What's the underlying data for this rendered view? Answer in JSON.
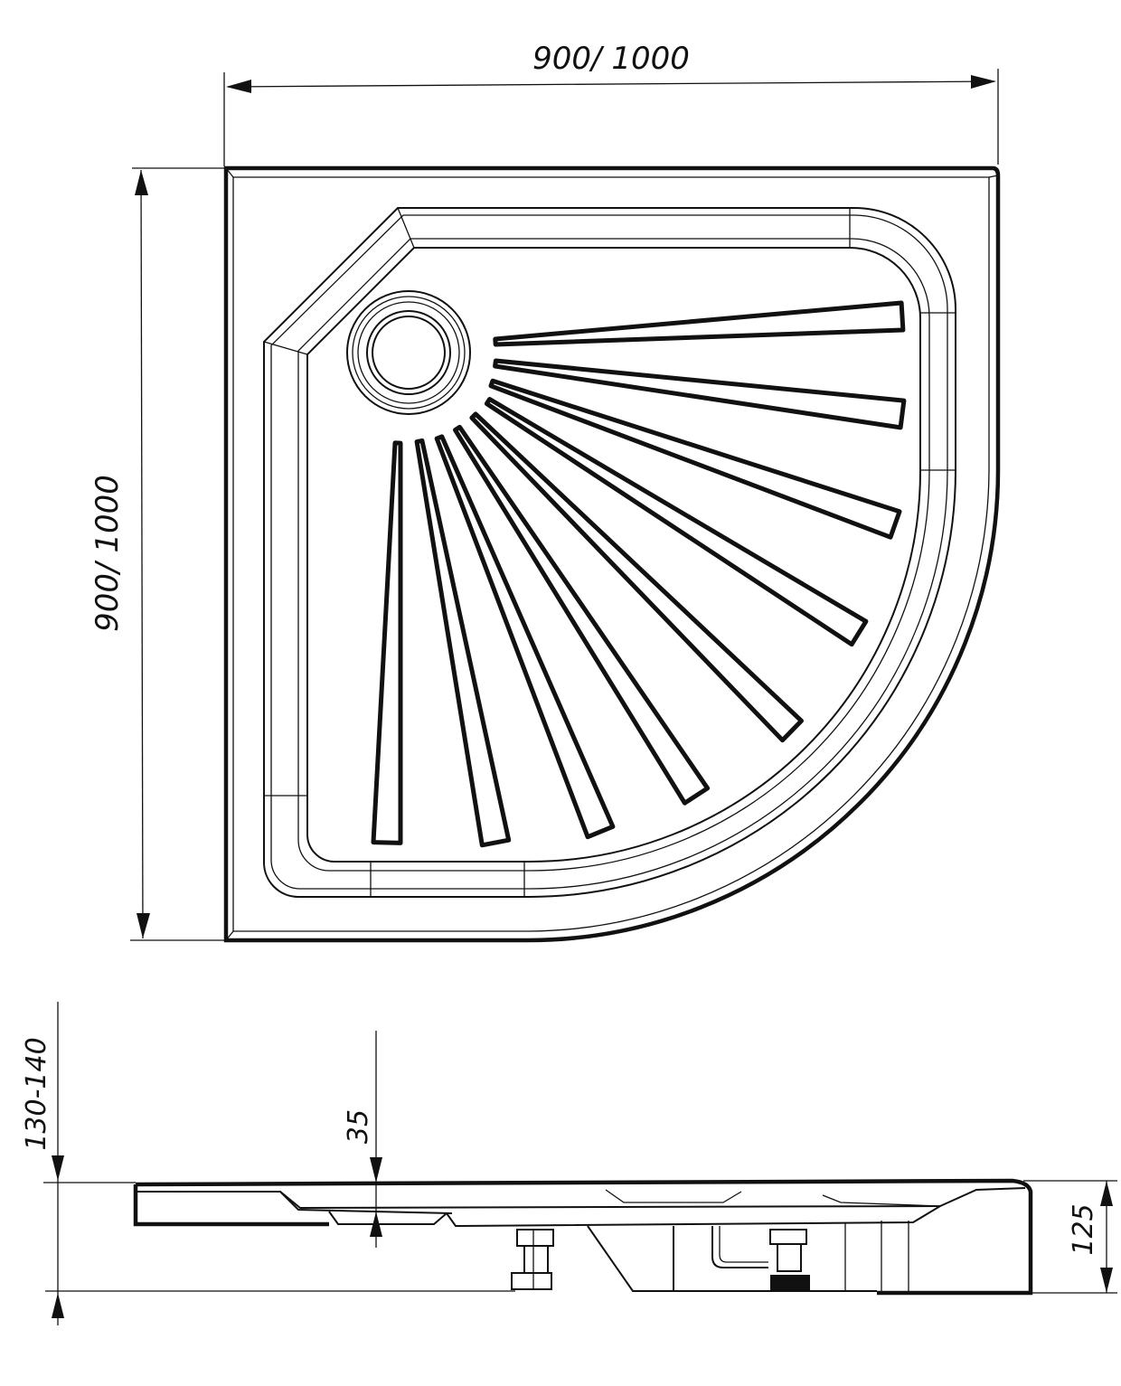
{
  "dimensions": {
    "width_label": "900/ 1000",
    "depth_label": "900/ 1000",
    "total_height_label": "130-140",
    "rim_depth_label": "35",
    "tray_height_label": "125"
  },
  "colors": {
    "line": "#111111",
    "background": "#ffffff"
  }
}
